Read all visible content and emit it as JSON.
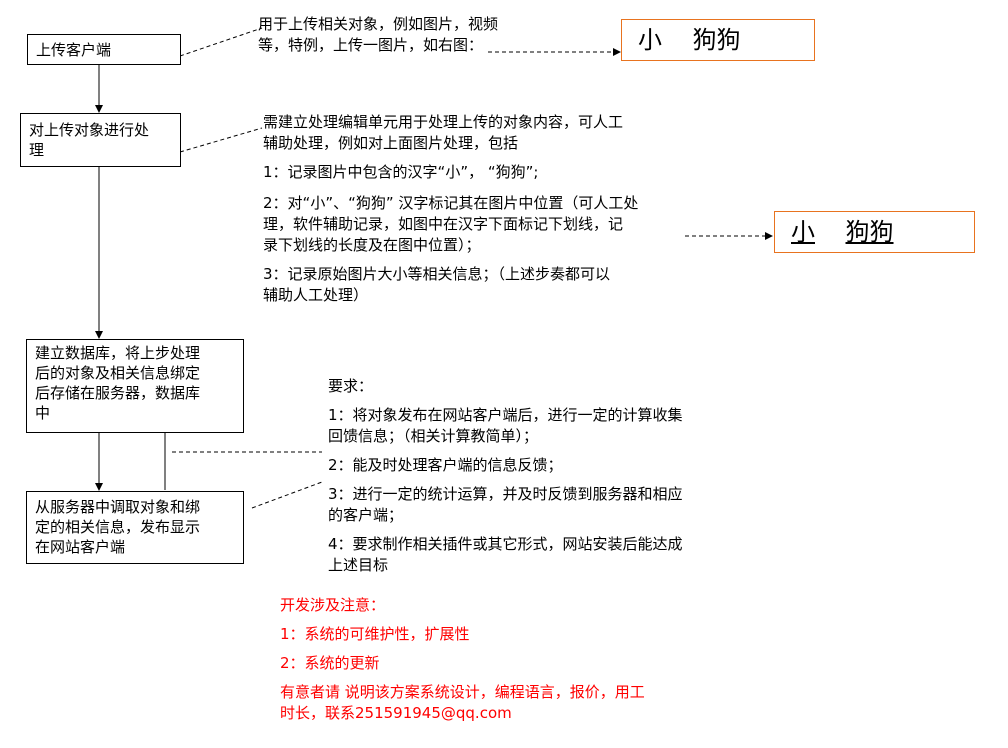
{
  "flow": {
    "step1": "上传客户端",
    "step2_l1": "对上传对象进行处",
    "step2_l2": "理",
    "step3_l1": "建立数据库，将上步处理",
    "step3_l2": "后的对象及相关信息绑定",
    "step3_l3": "后存储在服务器，数据库",
    "step3_l4": "中",
    "step4_l1": "从服务器中调取对象和绑",
    "step4_l2": "定的相关信息，发布显示",
    "step4_l3": "在网站客户端"
  },
  "notes": {
    "upload_l1": "用于上传相关对象，例如图片，视频",
    "upload_l2": "等，特例，上传一图片，如右图：",
    "process_l1": "需建立处理编辑单元用于处理上传的对象内容，可人工",
    "process_l2": "辅助处理，例如对上面图片处理，包括",
    "process_i1": "1：记录图片中包含的汉字“小”，  “狗狗”;",
    "process_i2_l1": "2：对“小”、“狗狗” 汉字标记其在图片中位置（可人工处",
    "process_i2_l2": "理，软件辅助记录，如图中在汉字下面标记下划线，记",
    "process_i2_l3": "录下划线的长度及在图中位置）；",
    "process_i3_l1": "3：记录原始图片大小等相关信息；（上述步奏都可以",
    "process_i3_l2": "辅助人工处理）",
    "req_title": "要求：",
    "req1_l1": "1：将对象发布在网站客户端后，进行一定的计算收集",
    "req1_l2": "回馈信息；（相关计算教简单）；",
    "req2": "2：能及时处理客户端的信息反馈；",
    "req3_l1": "3：进行一定的统计运算，并及时反馈到服务器和相应",
    "req3_l2": "的客户端；",
    "req4_l1": "4：要求制作相关插件或其它形式，网站安装后能达成",
    "req4_l2": "上述目标"
  },
  "images": {
    "plain_word1": "小",
    "plain_word2": "狗狗",
    "marked_word1": "小",
    "marked_word2": "狗狗"
  },
  "footer": {
    "title": "开发涉及注意：",
    "item1": "1：系统的可维护性，扩展性",
    "item2": "2：系统的更新",
    "contact_l1": "有意者请 说明该方案系统设计，编程语言，报价，用工",
    "contact_l2": "时长，联系251591945@qq.com"
  },
  "colors": {
    "image_border": "#e8731f",
    "footer_text": "#ff0000"
  }
}
